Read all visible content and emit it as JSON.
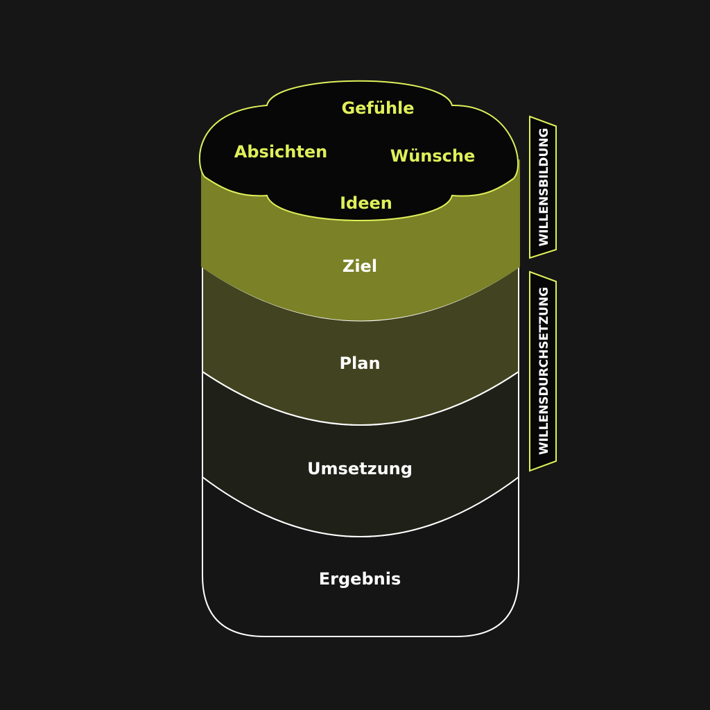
{
  "colors": {
    "background": "#161616",
    "cloud_fill": "#070707",
    "accent": "#dff05a",
    "layer_ziel": "#7a8126",
    "layer_plan": "#424320",
    "layer_umsetzung": "#1f2119",
    "layer_ergebnis": "#151515",
    "outline": "#ffffff",
    "layer_text": "#ffffff"
  },
  "cloud": {
    "words": [
      "Gefühle",
      "Absichten",
      "Wünsche",
      "Ideen"
    ]
  },
  "layers": [
    "Ziel",
    "Plan",
    "Umsetzung",
    "Ergebnis"
  ],
  "brackets": {
    "top": "WILLENSBILDUNG",
    "bottom": "WILLENSDURCHSETZUNG"
  }
}
